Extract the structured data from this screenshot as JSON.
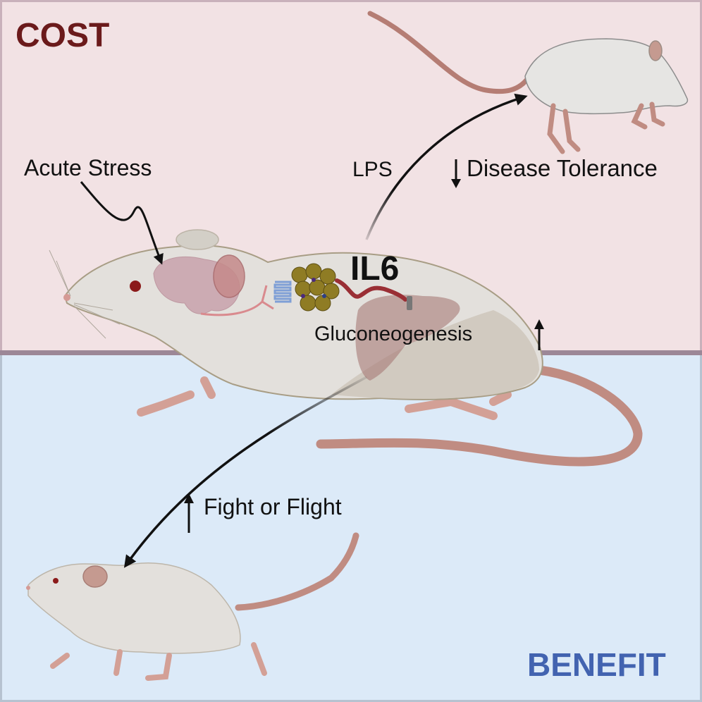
{
  "figure": {
    "type": "graphical-abstract",
    "sections": {
      "cost": {
        "title": "COST",
        "color": "#6b1a1b",
        "background": "#f2e2e4"
      },
      "benefit": {
        "title": "BENEFIT",
        "color": "#4263b0",
        "background": "#dceaf8"
      }
    },
    "labels": {
      "acute_stress": "Acute Stress",
      "lps": "LPS",
      "disease_tolerance": "Disease Tolerance",
      "il6": "IL6",
      "gluconeogenesis": "Gluconeogenesis",
      "fight_or_flight": "Fight or Flight"
    },
    "indicators": {
      "disease_tolerance": "down-arrow",
      "gluconeogenesis": "up-arrow",
      "fight_or_flight": "up-arrow"
    },
    "illustrations": [
      "central-mouse-with-brain-adipose-liver",
      "sick-mouse-top-right",
      "running-mouse-bottom-left"
    ],
    "palette": {
      "fur": "#e3e0dc",
      "fur_shadow": "#c9c1b4",
      "outline": "#a89d85",
      "skin": "#c98e84",
      "vessel": "#9a2f35",
      "brain": "#c9a2ad",
      "liver": "#a67a76",
      "adipose": "#8f7c24",
      "receptor": "#7f9fd6",
      "arrow": "#111111"
    }
  }
}
